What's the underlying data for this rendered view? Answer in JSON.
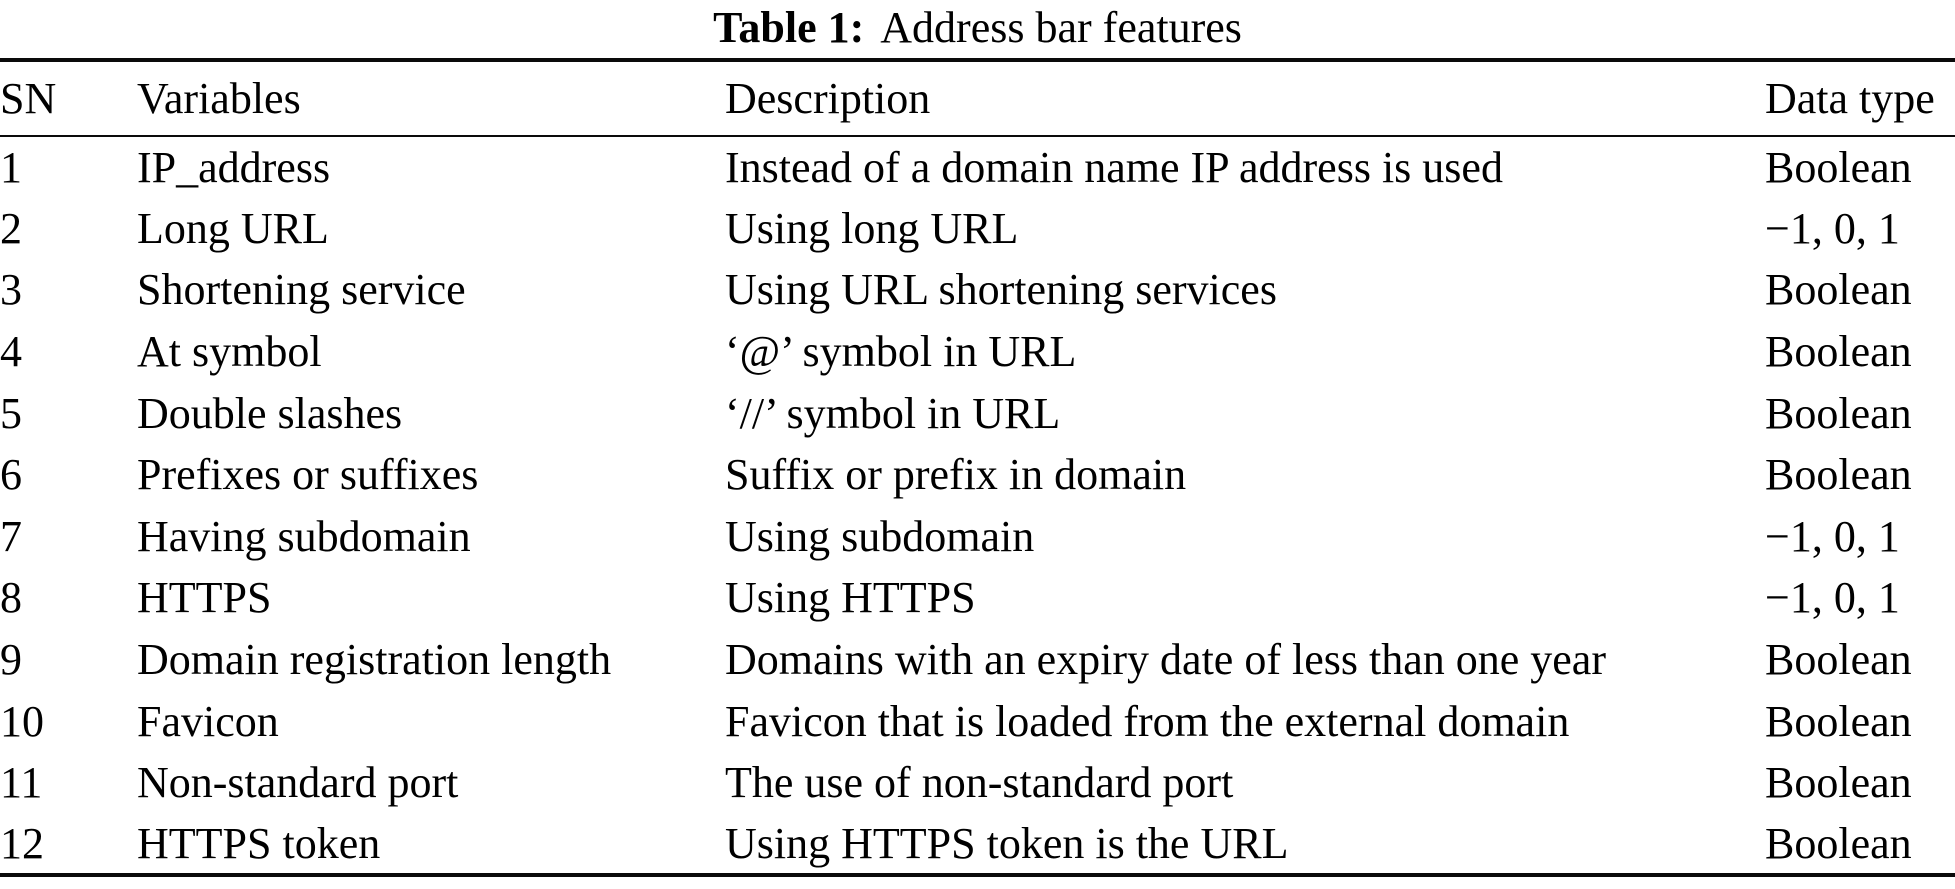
{
  "caption": {
    "label": "Table 1:",
    "title": "Address bar features"
  },
  "table": {
    "headers": {
      "sn": "SN",
      "variable": "Variables",
      "description": "Description",
      "data_type": "Data type"
    },
    "rows": [
      {
        "sn": "1",
        "variable": "IP_address",
        "description": "Instead of a domain name IP address is used",
        "data_type": "Boolean"
      },
      {
        "sn": "2",
        "variable": "Long URL",
        "description": "Using long URL",
        "data_type": "−1, 0, 1"
      },
      {
        "sn": "3",
        "variable": "Shortening service",
        "description": "Using URL shortening services",
        "data_type": "Boolean"
      },
      {
        "sn": "4",
        "variable": "At symbol",
        "description": "‘@’ symbol in URL",
        "data_type": "Boolean"
      },
      {
        "sn": "5",
        "variable": "Double slashes",
        "description": "‘//’ symbol in URL",
        "data_type": "Boolean"
      },
      {
        "sn": "6",
        "variable": "Prefixes or suffixes",
        "description": "Suffix or prefix in domain",
        "data_type": "Boolean"
      },
      {
        "sn": "7",
        "variable": "Having subdomain",
        "description": "Using subdomain",
        "data_type": "−1, 0, 1"
      },
      {
        "sn": "8",
        "variable": "HTTPS",
        "description": "Using HTTPS",
        "data_type": "−1, 0, 1"
      },
      {
        "sn": "9",
        "variable": "Domain registration length",
        "description": "Domains with an expiry date of less than one year",
        "data_type": "Boolean"
      },
      {
        "sn": "10",
        "variable": "Favicon",
        "description": "Favicon that is loaded from the external domain",
        "data_type": "Boolean"
      },
      {
        "sn": "11",
        "variable": "Non-standard port",
        "description": "The use of non-standard port",
        "data_type": "Boolean"
      },
      {
        "sn": "12",
        "variable": "HTTPS token",
        "description": "Using HTTPS token is the URL",
        "data_type": "Boolean"
      }
    ]
  }
}
